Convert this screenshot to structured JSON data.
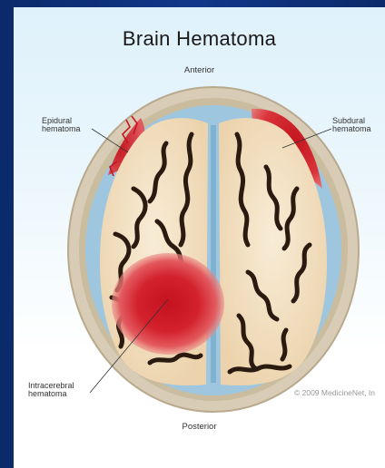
{
  "title": "Brain Hematoma",
  "orientation": {
    "top": "Anterior",
    "bottom": "Posterior"
  },
  "labels": {
    "epidural": [
      "Epidural",
      "hematoma"
    ],
    "subdural": [
      "Subdural",
      "hematoma"
    ],
    "intracerebral": [
      "Intracerebral",
      "hematoma"
    ]
  },
  "copyright": "© 2009 MedicineNet, In",
  "colors": {
    "background_frame": "#0d2c6b",
    "skull": "#cbbfaa",
    "csf": "#9ec7df",
    "brain": "#f4e6cc",
    "sulci": "#2b1a10",
    "hematoma": "#d3222e"
  }
}
